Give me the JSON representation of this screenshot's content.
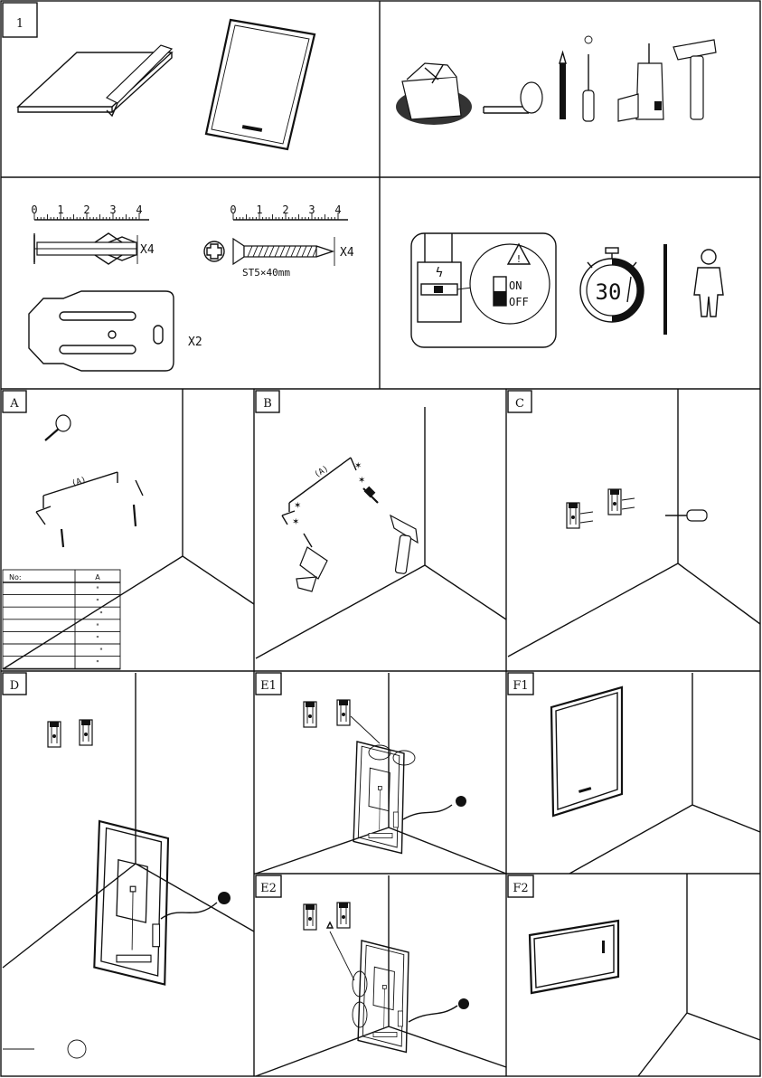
{
  "step_number": "1",
  "ruler_ticks": [
    "0",
    "1",
    "2",
    "3",
    "4"
  ],
  "anchor_qty": "X4",
  "screw_qty": "X4",
  "screw_spec": "ST5×40mm",
  "bracket_qty": "X2",
  "power_switch": {
    "on": "ON",
    "off": "OFF"
  },
  "timer_value": "30",
  "steps": {
    "a": "A",
    "b": "B",
    "c": "C",
    "d": "D",
    "e1": "E1",
    "e2": "E2",
    "f1": "F1",
    "f2": "F2"
  },
  "dimension_label": "(A)",
  "table": {
    "headers": [
      "No:",
      "A"
    ],
    "rows": [
      [
        "",
        "\""
      ],
      [
        "",
        "\""
      ],
      [
        "",
        "\""
      ],
      [
        "",
        "\""
      ],
      [
        "",
        "\""
      ],
      [
        "",
        "\""
      ],
      [
        "",
        "\""
      ]
    ]
  }
}
